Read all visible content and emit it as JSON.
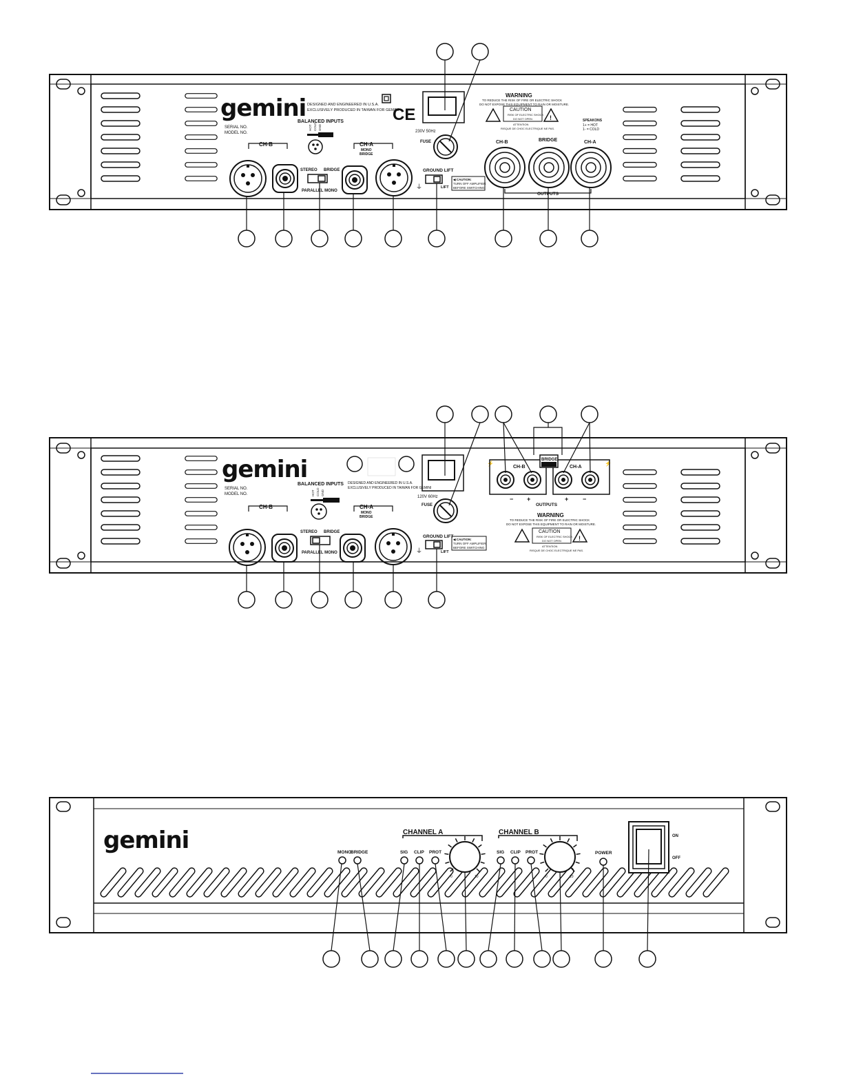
{
  "brand": "gemini",
  "panel1": {
    "made_line1": "DESIGNED AND ENGINEERED IN U.S.A.",
    "made_line2": "EXCLUSIVELY PRODUCED IN TAIWAN FOR GEMINI",
    "serial": "SERIAL NO.",
    "model": "MODEL NO.",
    "ce": "CE",
    "balanced_inputs": "BALANCED INPUTS",
    "xlr_pins": [
      "HOT",
      "COLD",
      "GND"
    ],
    "ch_b": "CH-B",
    "ch_a": "CH-A",
    "mono_bridge": [
      "MONO",
      "BRIDGE"
    ],
    "stereo": "STEREO",
    "bridge": "BRIDGE",
    "parallel_mono": "PARALLEL MONO",
    "voltage": "230V 50Hz",
    "fuse": "FUSE",
    "ground_lift": "GROUND LIFT",
    "lift": "LIFT",
    "caution_box": [
      "◀ CAUTION:",
      "TURN OFF AMPLIFIER",
      "BEFORE SWITCHING"
    ],
    "warning": "WARNING",
    "warning_lines": [
      "TO REDUCE THE RISK OF FIRE OR ELECTRIC SHOCK",
      "DO NOT EXPOSE THIS EQUIPMENT TO RAIN OR MOISTURE."
    ],
    "caution": "CAUTION",
    "caution_sub": [
      "RISK OF ELECTRIC SHOCK",
      "DO NOT OPEN"
    ],
    "attention": "ATTENTION",
    "attention_sub": "RISQUE DE CHOC ELECTRIQUE NE PAS.",
    "speakons": [
      "SPEAKONS",
      "1+ = HOT",
      "1- = COLD"
    ],
    "out_labels": [
      "CH-B",
      "BRIDGE",
      "CH-A"
    ],
    "outputs": "OUTPUTS"
  },
  "panel2": {
    "made_line1": "DESIGNED AND ENGINEERED IN U.S.A.",
    "made_line2": "EXCLUSIVELY PRODUCED IN TAIWAN FOR GEMINI",
    "serial": "SERIAL NO.",
    "model": "MODEL NO.",
    "balanced_inputs": "BALANCED INPUTS",
    "xlr_pins": [
      "HOT",
      "COLD",
      "GND"
    ],
    "ch_b": "CH-B",
    "ch_a": "CH-A",
    "mono_bridge": [
      "MONO",
      "BRIDGE"
    ],
    "stereo": "STEREO",
    "bridge": "BRIDGE",
    "parallel_mono": "PARALLEL MONO",
    "voltage": "120V 60Hz",
    "fuse": "FUSE",
    "ground_lift": "GROUND LIFT",
    "lift": "LIFT",
    "caution_box": [
      "◀ CAUTION:",
      "TURN OFF AMPLIFIER",
      "BEFORE SWITCHING"
    ],
    "out_ch_b": "CH-B",
    "out_ch_a": "CH-A",
    "out_bridge": "BRIDGE",
    "polarity": [
      "−",
      "+",
      "+",
      "−"
    ],
    "outputs": "OUTPUTS",
    "warning": "WARNING",
    "warning_lines": [
      "TO REDUCE THE RISK OF FIRE OR ELECTRIC SHOCK",
      "DO NOT EXPOSE THIS EQUIPMENT TO RAIN OR MOISTURE."
    ],
    "caution": "CAUTION",
    "caution_sub": [
      "RISK OF ELECTRIC SHOCK",
      "DO NOT OPEN"
    ],
    "attention": "ATTENTION",
    "attention_sub": "RISQUE DE CHOC ELECTRIQUE NE PAS."
  },
  "panel3": {
    "channel_a": "CHANNEL A",
    "channel_b": "CHANNEL B",
    "mono": "MONO",
    "bridge": "BRIDGE",
    "sig": "SIG",
    "clip": "CLIP",
    "prot": "PROT",
    "power": "POWER",
    "on": "ON",
    "off": "OFF",
    "knob_scale": [
      "0",
      "10"
    ]
  }
}
